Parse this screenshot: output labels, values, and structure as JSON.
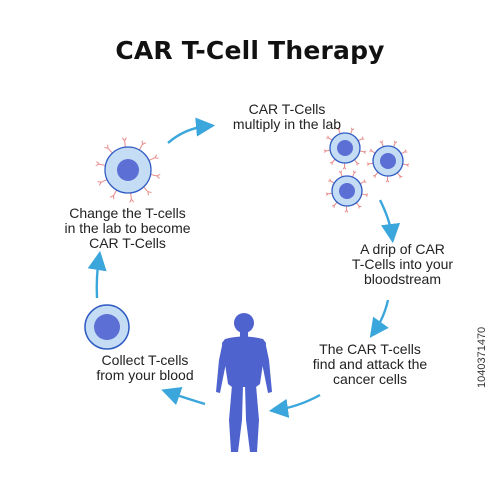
{
  "title": "CAR T-Cell Therapy",
  "steps": [
    {
      "id": "multiply",
      "text": "CAR T-Cells\nmultiply in the lab"
    },
    {
      "id": "drip",
      "text": "A drip of CAR\nT-Cells  into your\nbloodstream"
    },
    {
      "id": "attack",
      "text": "The CAR T-cells\nfind and attack the\ncancer cells"
    },
    {
      "id": "collect",
      "text": "Collect T-cells\nfrom your blood"
    },
    {
      "id": "change",
      "text": "Change the T-cells\nin the lab to become\nCAR T-Cells"
    }
  ],
  "side_id": "1040371470",
  "colors": {
    "cell_fill": "#c5dcf5",
    "cell_stroke": "#2f5cc4",
    "nucleus": "#5b6fd4",
    "receptor": "#e88a8a",
    "arrow": "#3aa6dc",
    "body": "#4f63cf"
  }
}
